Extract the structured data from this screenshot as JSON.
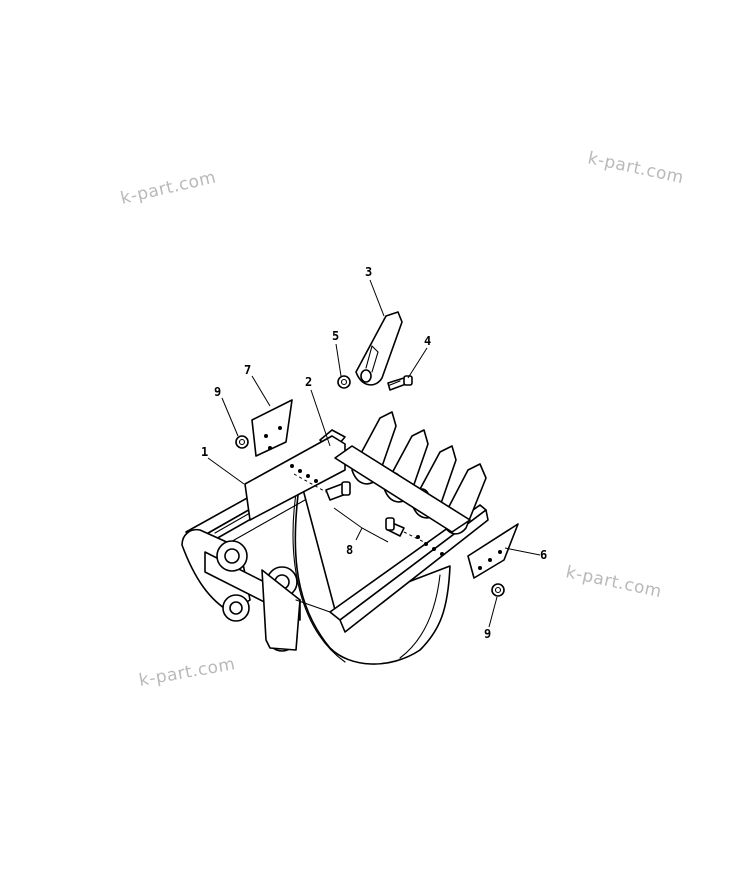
{
  "watermarks": [
    {
      "text": "k-part.com"
    },
    {
      "text": "k-part.com"
    },
    {
      "text": "k-part.com"
    },
    {
      "text": "k-part.com"
    }
  ],
  "callouts": {
    "bucket": "1",
    "adapter": "2",
    "tooth": "3",
    "pin": "4",
    "lock": "5",
    "side_cutter_right": "6",
    "side_cutter_left": "7",
    "bolt": "8",
    "nut_left": "9",
    "nut_right": "9"
  }
}
